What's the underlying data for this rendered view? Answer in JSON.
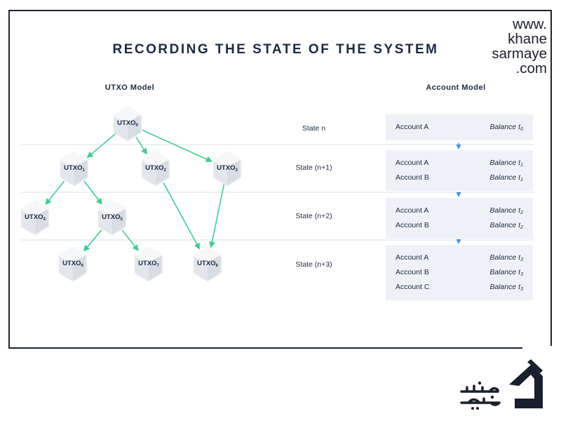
{
  "title": "RECORDING THE STATE OF THE SYSTEM",
  "website": {
    "lines": [
      "www.",
      "khane",
      "sarmaye",
      ".com"
    ]
  },
  "utxo_model": {
    "heading": "UTXO Model",
    "nodes": [
      {
        "id": "n0",
        "label": "UTXO",
        "sub": "0"
      },
      {
        "id": "n1",
        "label": "UTXO",
        "sub": "1"
      },
      {
        "id": "n2",
        "label": "UTXO",
        "sub": "2"
      },
      {
        "id": "n3",
        "label": "UTXO",
        "sub": "3"
      },
      {
        "id": "n4",
        "label": "UTXO",
        "sub": "4"
      },
      {
        "id": "n5",
        "label": "UTXO",
        "sub": "5"
      },
      {
        "id": "n6",
        "label": "UTXO",
        "sub": "6"
      },
      {
        "id": "n7",
        "label": "UTXO",
        "sub": "7"
      },
      {
        "id": "n8",
        "label": "UTXO",
        "sub": "8"
      }
    ],
    "edges": [
      [
        "n0",
        "n1"
      ],
      [
        "n0",
        "n2"
      ],
      [
        "n0",
        "n3"
      ],
      [
        "n1",
        "n4"
      ],
      [
        "n1",
        "n5"
      ],
      [
        "n5",
        "n6"
      ],
      [
        "n5",
        "n7"
      ],
      [
        "n2",
        "n8"
      ],
      [
        "n3",
        "n8"
      ]
    ]
  },
  "states": [
    "State n",
    "State (n+1)",
    "State (n+2)",
    "State (n+3)"
  ],
  "account_model": {
    "heading": "Account Model",
    "blocks": [
      [
        {
          "account": "Account A",
          "balance": "Balance t",
          "sub": "0"
        }
      ],
      [
        {
          "account": "Account A",
          "balance": "Balance t",
          "sub": "1"
        },
        {
          "account": "Account B",
          "balance": "Balance t",
          "sub": "1"
        }
      ],
      [
        {
          "account": "Account A",
          "balance": "Balance t",
          "sub": "2"
        },
        {
          "account": "Account B",
          "balance": "Balance t",
          "sub": "2"
        }
      ],
      [
        {
          "account": "Account A",
          "balance": "Balance t",
          "sub": "3"
        },
        {
          "account": "Account B",
          "balance": "Balance t",
          "sub": "3"
        },
        {
          "account": "Account C",
          "balance": "Balance t",
          "sub": "3"
        }
      ]
    ]
  },
  "colors": {
    "edge": "#3ccf8e",
    "account_arrow": "#4a90d9",
    "node_fill": "#eef1f5",
    "box_bg": "#eef2f7",
    "text": "#1c2a44",
    "divider": "#e1e6ee"
  },
  "logo": {
    "name": "khane-sarmaye-logo",
    "persian_text": "خانه سرمایه"
  }
}
